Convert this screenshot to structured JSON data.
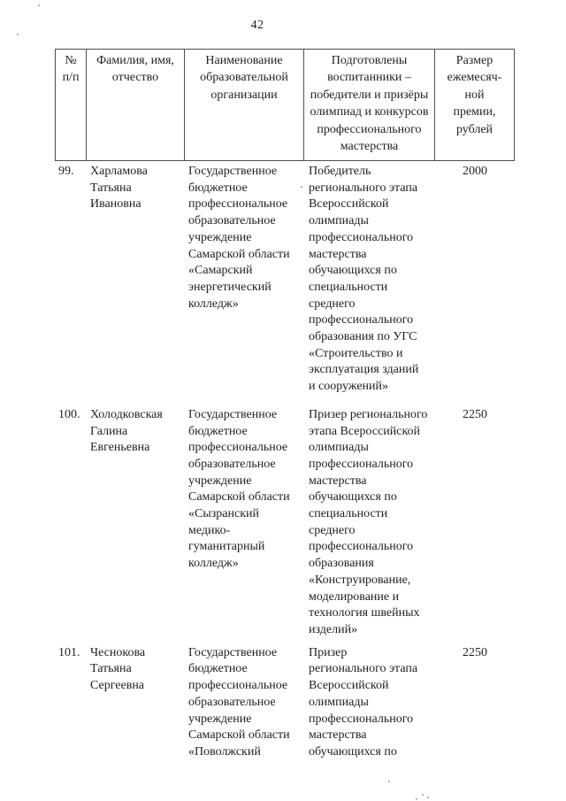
{
  "page": {
    "number": "42"
  },
  "colors": {
    "background": "#ffffff",
    "text": "#1f1f1f",
    "table_border": "#4e4e4e"
  },
  "table": {
    "columns": [
      {
        "key": "num",
        "label": "№\nп/п"
      },
      {
        "key": "name",
        "label": "Фамилия, имя,\nотчество"
      },
      {
        "key": "org",
        "label": "Наименование\nобразовательной\nорганизации"
      },
      {
        "key": "achievement",
        "label": "Подготовлены\nвоспитанники –\nпобедители и призёры\nолимпиад и конкурсов\nпрофессионального\nмастерства"
      },
      {
        "key": "amount",
        "label": "Размер\nежемесяч-\nной\nпремии,\nрублей"
      }
    ],
    "rows": [
      {
        "num": "99.",
        "name": "Харламова\nТатьяна\nИвановна",
        "org": "Государственное\nбюджетное\nпрофессиональное\nобразовательное\nучреждение\nСамарской области\n«Самарский\nэнергетический\nколледж»",
        "achievement": "Победитель\nрегионального этапа\nВсероссийской\nолимпиады\nпрофессионального\nмастерства\nобучающихся по\nспециальности\nсреднего\nпрофессионального\nобразования по УГС\n«Строительство и\nэксплуатация зданий\nи сооружений»",
        "amount": "2000"
      },
      {
        "num": "100.",
        "name": "Холодковская\nГалина\nЕвгеньевна",
        "org": "Государственное\nбюджетное\nпрофессиональное\nобразовательное\nучреждение\nСамарской области\n«Сызранский\nмедико-\nгуманитарный\nколледж»",
        "achievement": "Призер регионального\nэтапа Всероссийской\nолимпиады\nпрофессионального\nмастерства\nобучающихся по\nспециальности\nсреднего\nпрофессионального\nобразования\n«Конструирование,\nмоделирование и\nтехнология швейных\nизделий»",
        "amount": "2250"
      },
      {
        "num": "101.",
        "name": "Чеснокова\nТатьяна\nСергеевна",
        "org": "Государственное\nбюджетное\nпрофессиональное\nобразовательное\nучреждение\nСамарской области\n«Поволжский",
        "achievement": "Призер\nрегионального этапа\nВсероссийской\nолимпиады\nпрофессионального\nмастерства\nобучающихся по",
        "amount": "2250"
      }
    ]
  }
}
